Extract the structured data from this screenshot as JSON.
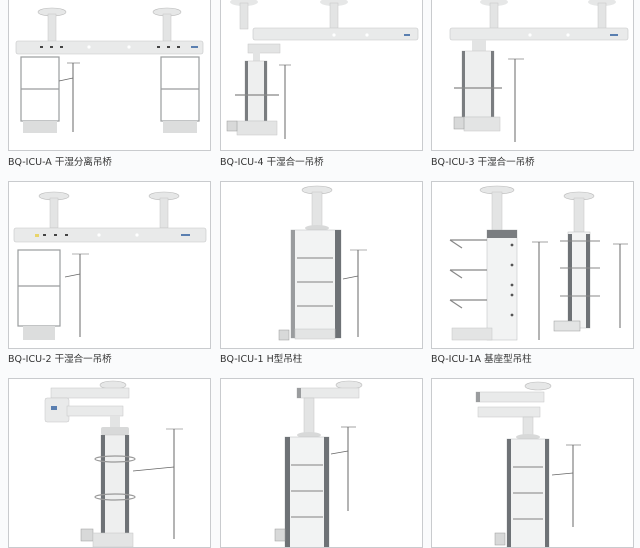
{
  "grid": {
    "items": [
      {
        "model": "BQ-ICU-A",
        "name": "干湿分离吊桥",
        "caption": "BQ-ICU-A 干湿分离吊桥",
        "type": "dual-bridge"
      },
      {
        "model": "BQ-ICU-4",
        "name": "干湿合一吊桥",
        "caption": "BQ-ICU-4 干湿合一吊桥",
        "type": "bridge-tower"
      },
      {
        "model": "BQ-ICU-3",
        "name": "干湿合一吊桥",
        "caption": "BQ-ICU-3 干湿合一吊桥",
        "type": "bridge-tower"
      },
      {
        "model": "BQ-ICU-2",
        "name": "干湿合一吊桥",
        "caption": "BQ-ICU-2 干湿合一吊桥",
        "type": "bridge-frame"
      },
      {
        "model": "BQ-ICU-1",
        "name": "H型吊柱",
        "caption": "BQ-ICU-1 H型吊柱",
        "type": "h-column"
      },
      {
        "model": "BQ-ICU-1A",
        "name": "基座型吊柱",
        "caption": "BQ-ICU-1A 基座型吊柱",
        "type": "base-column"
      },
      {
        "model": "",
        "name": "",
        "caption": "",
        "type": "arm-tower-shelves"
      },
      {
        "model": "",
        "name": "",
        "caption": "",
        "type": "arm-h-column"
      },
      {
        "model": "",
        "name": "",
        "caption": "",
        "type": "double-arm-h-column"
      }
    ]
  },
  "colors": {
    "page_bg": "#fafbfc",
    "card_border": "#c9cbce",
    "equipment_light": "#e9eaea",
    "equipment_mid": "#cfd1d2",
    "equipment_dark": "#6e7276",
    "caption_text": "#333333"
  }
}
